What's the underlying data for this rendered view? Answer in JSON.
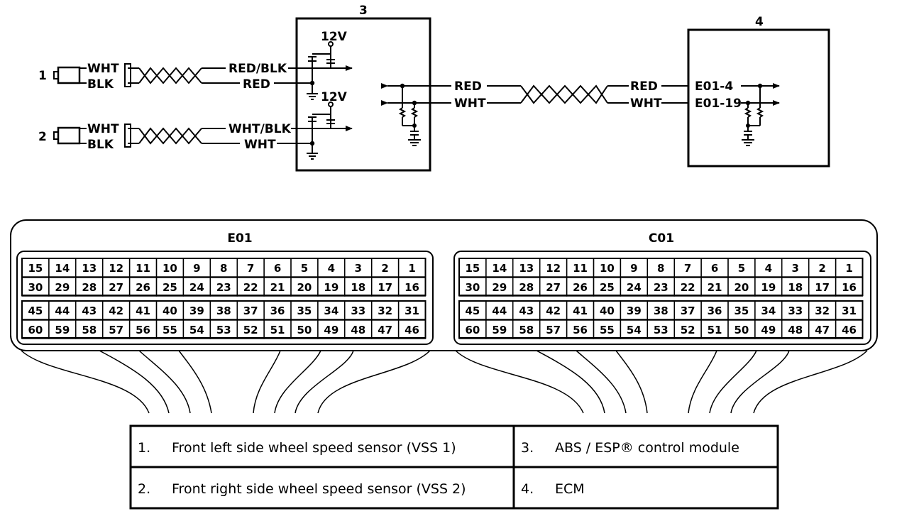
{
  "components": {
    "sensor1_num": "1",
    "sensor2_num": "2",
    "abs_num": "3",
    "ecm_num": "4"
  },
  "wires": {
    "s1_top": "WHT",
    "s1_bot": "BLK",
    "s2_top": "WHT",
    "s2_bot": "BLK",
    "abs_in1_top": "RED/BLK",
    "abs_in1_bot": "RED",
    "abs_in2_top": "WHT/BLK",
    "abs_in2_bot": "WHT",
    "supply1": "12V",
    "supply2": "12V",
    "abs_out_top": "RED",
    "abs_out_bot": "WHT",
    "ecm_in_top": "RED",
    "ecm_in_bot": "WHT",
    "ecm_term_top": "E01-4",
    "ecm_term_bot": "E01-19"
  },
  "connectors": {
    "left_title": "E01",
    "right_title": "C01",
    "rows": [
      [
        "15",
        "14",
        "13",
        "12",
        "11",
        "10",
        "9",
        "8",
        "7",
        "6",
        "5",
        "4",
        "3",
        "2",
        "1"
      ],
      [
        "30",
        "29",
        "28",
        "27",
        "26",
        "25",
        "24",
        "23",
        "22",
        "21",
        "20",
        "19",
        "18",
        "17",
        "16"
      ],
      [
        "45",
        "44",
        "43",
        "42",
        "41",
        "40",
        "39",
        "38",
        "37",
        "36",
        "35",
        "34",
        "33",
        "32",
        "31"
      ],
      [
        "60",
        "59",
        "58",
        "57",
        "56",
        "55",
        "54",
        "53",
        "52",
        "51",
        "50",
        "49",
        "48",
        "47",
        "46"
      ]
    ]
  },
  "legend": {
    "item1_num": "1.",
    "item1_text": "Front left side wheel speed sensor (VSS 1)",
    "item2_num": "2.",
    "item2_text": "Front right side wheel speed sensor (VSS 2)",
    "item3_num": "3.",
    "item3_text": "ABS / ESP® control module",
    "item4_num": "4.",
    "item4_text": "ECM"
  }
}
